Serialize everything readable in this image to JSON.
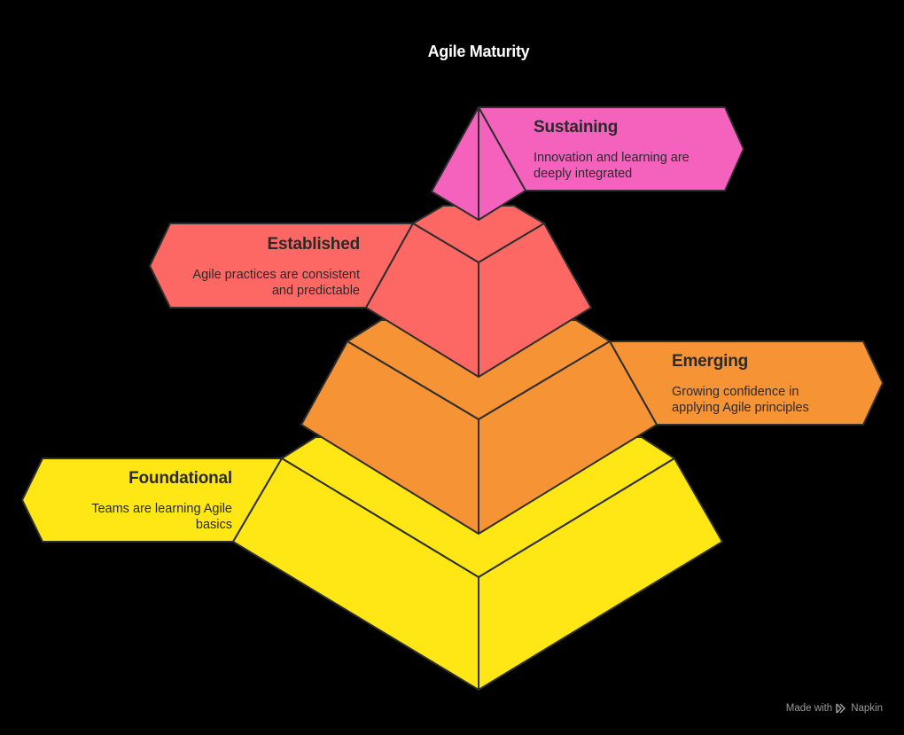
{
  "title": "Agile Maturity",
  "levels": [
    {
      "id": "sustaining",
      "label": "Sustaining",
      "description_lines": [
        "Innovation and learning are",
        "deeply integrated"
      ],
      "color": "#F462BE"
    },
    {
      "id": "established",
      "label": "Established",
      "description_lines": [
        "Agile practices are consistent",
        "and predictable"
      ],
      "color": "#FD6864"
    },
    {
      "id": "emerging",
      "label": "Emerging",
      "description_lines": [
        "Growing confidence in",
        "applying Agile principles"
      ],
      "color": "#F69335"
    },
    {
      "id": "foundational",
      "label": "Foundational",
      "description_lines": [
        "Teams are learning Agile",
        "basics"
      ],
      "color": "#FEE715"
    }
  ],
  "colors": {
    "background": "#000000",
    "stroke": "#2E2E2E",
    "title": "#FFFFFF",
    "text": "#2A2A2A",
    "footer": "#9A9A9A"
  },
  "footer": {
    "made_with": "Made with",
    "brand": "Napkin",
    "icon": "napkin-logo-icon"
  }
}
